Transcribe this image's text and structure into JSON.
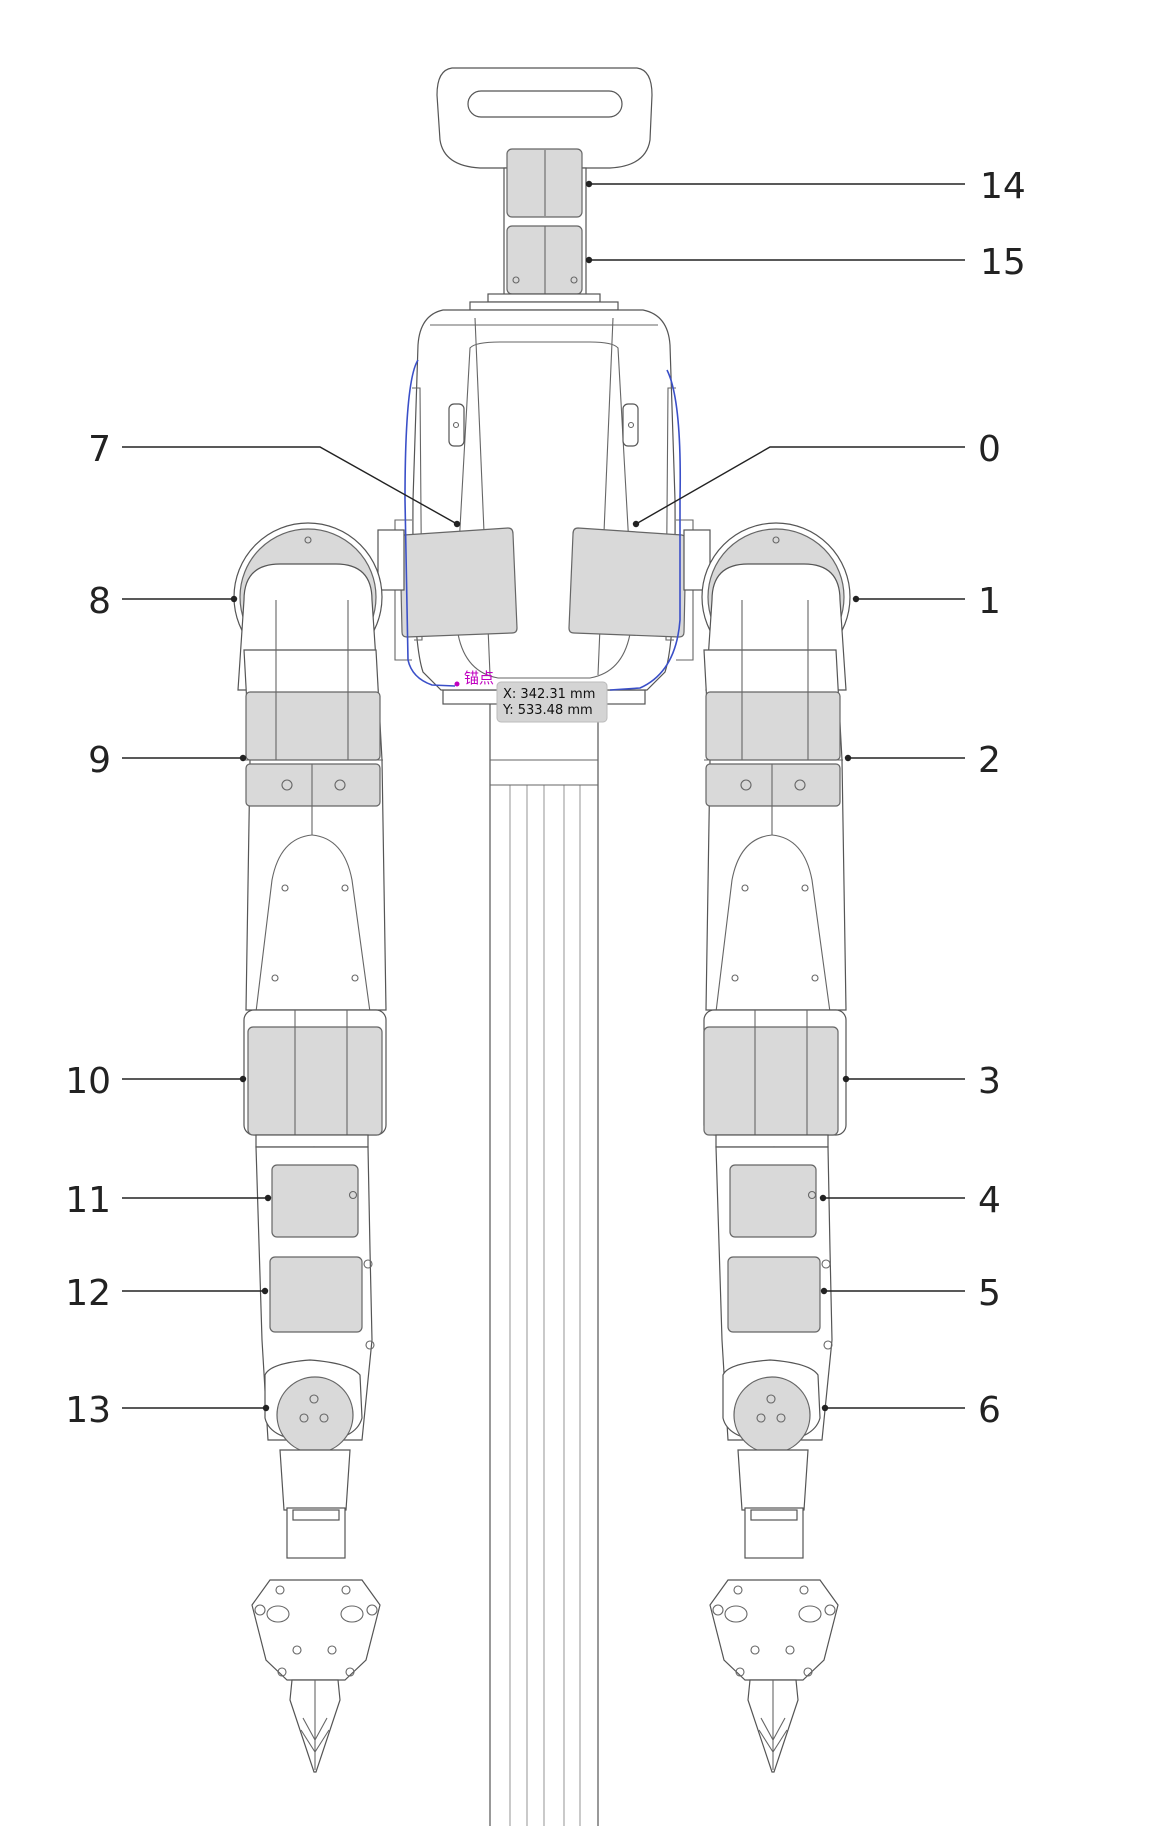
{
  "figure": {
    "labels": [
      {
        "id": "0",
        "side": "right"
      },
      {
        "id": "1",
        "side": "right"
      },
      {
        "id": "2",
        "side": "right"
      },
      {
        "id": "3",
        "side": "right"
      },
      {
        "id": "4",
        "side": "right"
      },
      {
        "id": "5",
        "side": "right"
      },
      {
        "id": "6",
        "side": "right"
      },
      {
        "id": "7",
        "side": "left"
      },
      {
        "id": "8",
        "side": "left"
      },
      {
        "id": "9",
        "side": "left"
      },
      {
        "id": "10",
        "side": "left"
      },
      {
        "id": "11",
        "side": "left"
      },
      {
        "id": "12",
        "side": "left"
      },
      {
        "id": "13",
        "side": "left"
      },
      {
        "id": "14",
        "side": "right"
      },
      {
        "id": "15",
        "side": "right"
      }
    ],
    "measure_tooltip": {
      "x_text": "X: 342.31 mm",
      "y_text": "Y: 533.48 mm",
      "snap_text": "锚点"
    },
    "colors": {
      "joint_fill": "#d9d9d9",
      "outline": "#555555",
      "selection_outline": "#3a4fc8",
      "snap_marker": "#c000c0"
    }
  }
}
